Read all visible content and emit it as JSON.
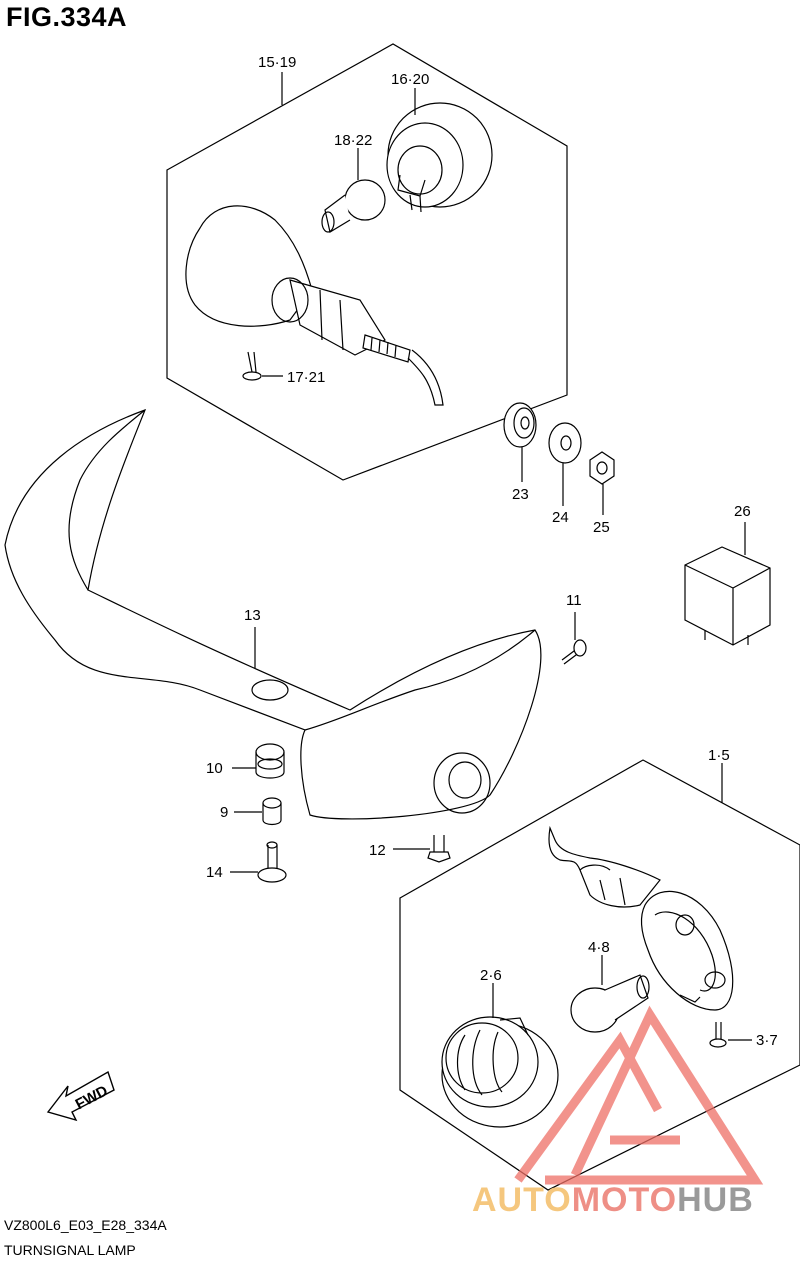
{
  "figure": {
    "title": "FIG.334A",
    "code": "VZ800L6_E03_E28_334A",
    "name": "TURNSIGNAL LAMP"
  },
  "watermark": {
    "part1": "AUTO",
    "part2": "MOTO",
    "part3": "HUB",
    "colors": {
      "auto": "#f5c77e",
      "moto": "#ee8f86",
      "hub": "#9a9a9a",
      "logo": "#ee6f66"
    }
  },
  "fwd_label": "FWD",
  "callouts": [
    {
      "id": "15-19",
      "text": "15·19"
    },
    {
      "id": "16-20",
      "text": "16·20"
    },
    {
      "id": "18-22",
      "text": "18·22"
    },
    {
      "id": "17-21",
      "text": "17·21"
    },
    {
      "id": "23",
      "text": "23"
    },
    {
      "id": "24",
      "text": "24"
    },
    {
      "id": "25",
      "text": "25"
    },
    {
      "id": "26",
      "text": "26"
    },
    {
      "id": "13",
      "text": "13"
    },
    {
      "id": "11",
      "text": "11"
    },
    {
      "id": "10",
      "text": "10"
    },
    {
      "id": "9",
      "text": "9"
    },
    {
      "id": "12",
      "text": "12"
    },
    {
      "id": "14",
      "text": "14"
    },
    {
      "id": "1-5",
      "text": "1·5"
    },
    {
      "id": "4-8",
      "text": "4·8"
    },
    {
      "id": "2-6",
      "text": "2·6"
    },
    {
      "id": "3-7",
      "text": "3·7"
    }
  ]
}
